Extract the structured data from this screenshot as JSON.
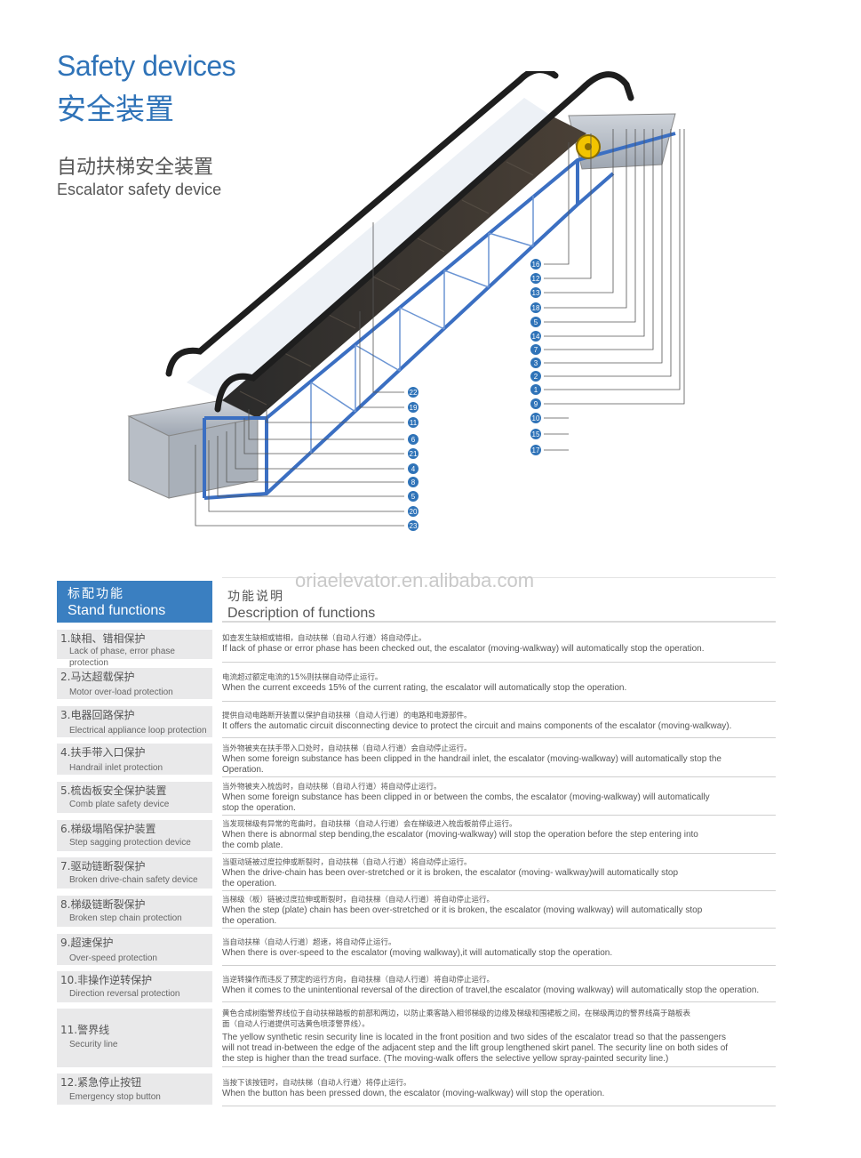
{
  "header": {
    "title_en": "Safety devices",
    "title_cn": "安全装置",
    "subtitle_cn": "自动扶梯安全装置",
    "subtitle_en": "Escalator safety device"
  },
  "diagram": {
    "callouts_right": [
      "16",
      "12",
      "13",
      "18",
      "5",
      "14",
      "7",
      "3",
      "2",
      "1",
      "9",
      "10",
      "15",
      "17"
    ],
    "callouts_left": [
      "22",
      "19",
      "11",
      "6",
      "21",
      "4",
      "8",
      "5",
      "20",
      "23"
    ]
  },
  "watermark": "oriaelevator.en.alibaba.com",
  "table": {
    "col1_cn": "标配功能",
    "col1_en": "Stand functions",
    "col2_cn": "功能说明",
    "col2_en": "Description of functions",
    "rows": [
      {
        "label_cn": "1.缺相、错相保护",
        "label_en": "Lack of phase, error phase protection",
        "desc_cn": "如查发生缺相或错相，自动扶梯（自动人行道）将自动停止。",
        "desc_en": "If lack of phase or error phase has been checked out, the escalator (moving-walkway) will automatically stop the operation."
      },
      {
        "label_cn": "2.马达超载保护",
        "label_en": "Motor over-load protection",
        "desc_cn": "电流超过额定电流的15%则扶梯自动停止运行。",
        "desc_en": "When the current exceeds 15% of the current rating, the escalator will automatically stop the operation."
      },
      {
        "label_cn": "3.电器回路保护",
        "label_en": "Electrical appliance loop protection",
        "desc_cn": "提供自动电路断开装置以保护自动扶梯（自动人行道）的电路和电源部件。",
        "desc_en": "It offers the automatic circuit disconnecting device to protect the circuit and mains components of the escalator (moving-walkway)."
      },
      {
        "label_cn": "4.扶手带入口保护",
        "label_en": "Handrail inlet protection",
        "desc_cn": "当外物被夹在扶手带入口处时，自动扶梯（自动人行道）会自动停止运行。",
        "desc_en": "When some foreign substance has been clipped in the handrail inlet, the escalator (moving-walkway) will automatically stop the\nOperation."
      },
      {
        "label_cn": "5.梳齿板安全保护装置",
        "label_en": "Comb plate safety device",
        "desc_cn": "当外物被夹入梳齿时，自动扶梯（自动人行道）将自动停止运行。",
        "desc_en": "When some foreign substance has been clipped in or between the combs, the escalator (moving-walkway) will automatically\nstop the operation."
      },
      {
        "label_cn": "6.梯级塌陷保护装置",
        "label_en": "Step sagging protection device",
        "desc_cn": "当发现梯级有异常的弯曲时，自动扶梯（自动人行道）会在梯级进入梳齿板前停止运行。",
        "desc_en": "When there is abnormal step bending,the escalator (moving-walkway) will stop the operation before the step entering into\nthe comb plate."
      },
      {
        "label_cn": "7.驱动链断裂保护",
        "label_en": "Broken drive-chain safety device",
        "desc_cn": "当驱动链被过度拉伸或断裂时，自动扶梯（自动人行道）将自动停止运行。",
        "desc_en": "When the drive-chain has been over-stretched or it is broken, the escalator (moving- walkway)will automatically stop\nthe operation."
      },
      {
        "label_cn": "8.梯级链断裂保护",
        "label_en": "Broken step chain protection",
        "desc_cn": "当梯级（板）链被过度拉伸或断裂时，自动扶梯（自动人行道）将自动停止运行。",
        "desc_en": "When the step (plate) chain has been over-stretched or it is broken, the escalator (moving walkway) will automatically stop\nthe operation."
      },
      {
        "label_cn": "9.超速保护",
        "label_en": "Over-speed protection",
        "desc_cn": "当自动扶梯（自动人行道）超速，将自动停止运行。",
        "desc_en": "When there is over-speed to the escalator (moving walkway),it will automatically stop the operation."
      },
      {
        "label_cn": "10.非操作逆转保护",
        "label_en": "Direction reversal protection",
        "desc_cn": "当逆转操作而违反了预定的运行方向，自动扶梯（自动人行道）将自动停止运行。",
        "desc_en": "When it comes to the unintentional reversal of the direction of travel,the escalator (moving walkway) will automatically stop the operation."
      },
      {
        "label_cn": "11.警界线",
        "label_en": "Security line",
        "desc_cn": "黄色合成树脂警界线位于自动扶梯踏板的前部和两边，以防止乘客踏入相邻梯级的边缘及梯级和围裙板之间，在梯级两边的警界线高于踏板表\n面（自动人行道提供可选黄色喷漆警界线）。",
        "desc_en": "The yellow synthetic resin security line is located in the front position and two sides of the escalator tread so that the passengers\nwill not tread in-between the edge of the adjacent step and the lift group lengthened skirt panel. The security line on both sides of\nthe step is higher than the tread surface. (The moving-walk offers the selective yellow spray-painted security line.)"
      },
      {
        "label_cn": "12.紧急停止按钮",
        "label_en": "Emergency stop button",
        "desc_cn": "当按下该按钮时，自动扶梯（自动人行道）将停止运行。",
        "desc_en": "When the button has been pressed down, the escalator  (moving-walkway) will stop the operation."
      }
    ]
  },
  "colors": {
    "accent": "#2f73b8",
    "header_bar": "#3a7fc1",
    "label_bg": "#e9e9ea",
    "truss": "#3b6fc2"
  }
}
